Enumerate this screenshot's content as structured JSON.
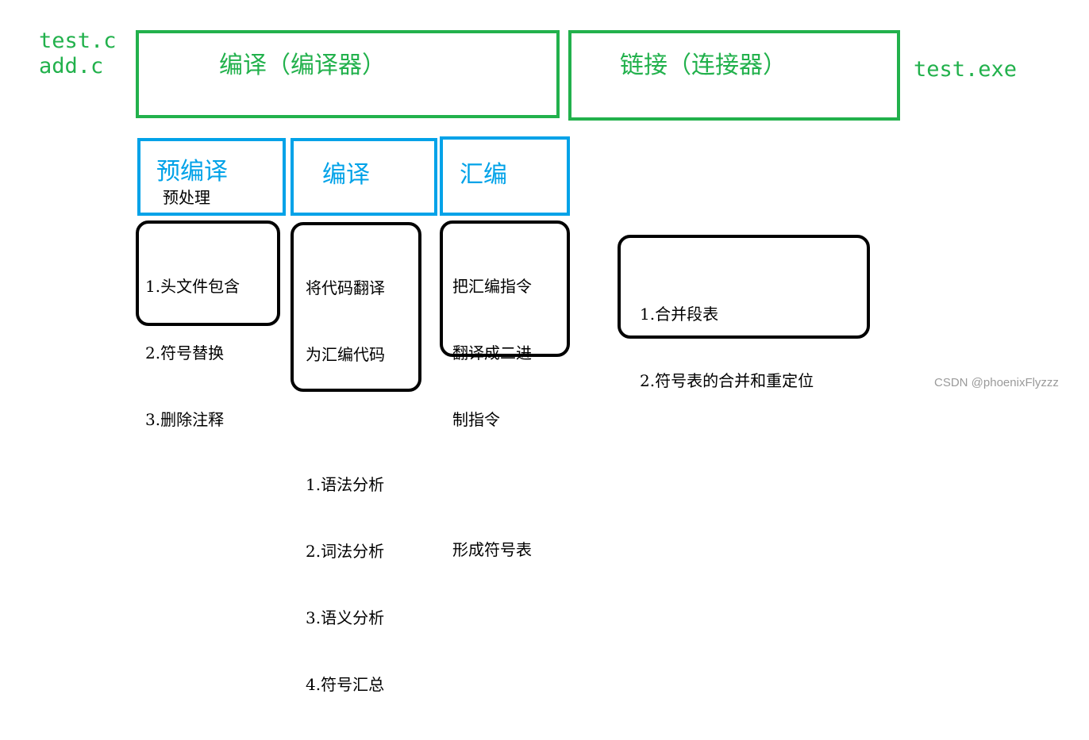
{
  "inputs": [
    "test.c",
    "add.c"
  ],
  "output": "test.exe",
  "stages": {
    "compile": "编译（编译器）",
    "link": "链接（连接器）"
  },
  "substages": {
    "preprocess": {
      "title": "预编译",
      "subtitle": "预处理",
      "items": [
        "1.头文件包含",
        "2.符号替换",
        "3.删除注释"
      ]
    },
    "compile": {
      "title": "编译",
      "items": [
        "将代码翻译",
        "为汇编代码",
        "",
        "1.语法分析",
        "2.词法分析",
        "3.语义分析",
        "4.符号汇总"
      ]
    },
    "assemble": {
      "title": "汇编",
      "items": [
        "把汇编指令",
        "翻译成二进",
        "制指令",
        "",
        "形成符号表"
      ]
    },
    "link": {
      "items": [
        "1.合并段表",
        "2.符号表的合并和重定位"
      ]
    }
  },
  "watermark": "CSDN @phoenixFlyzzz",
  "colors": {
    "green": "#22b14c",
    "blue": "#00a2e8",
    "black": "#000000"
  }
}
